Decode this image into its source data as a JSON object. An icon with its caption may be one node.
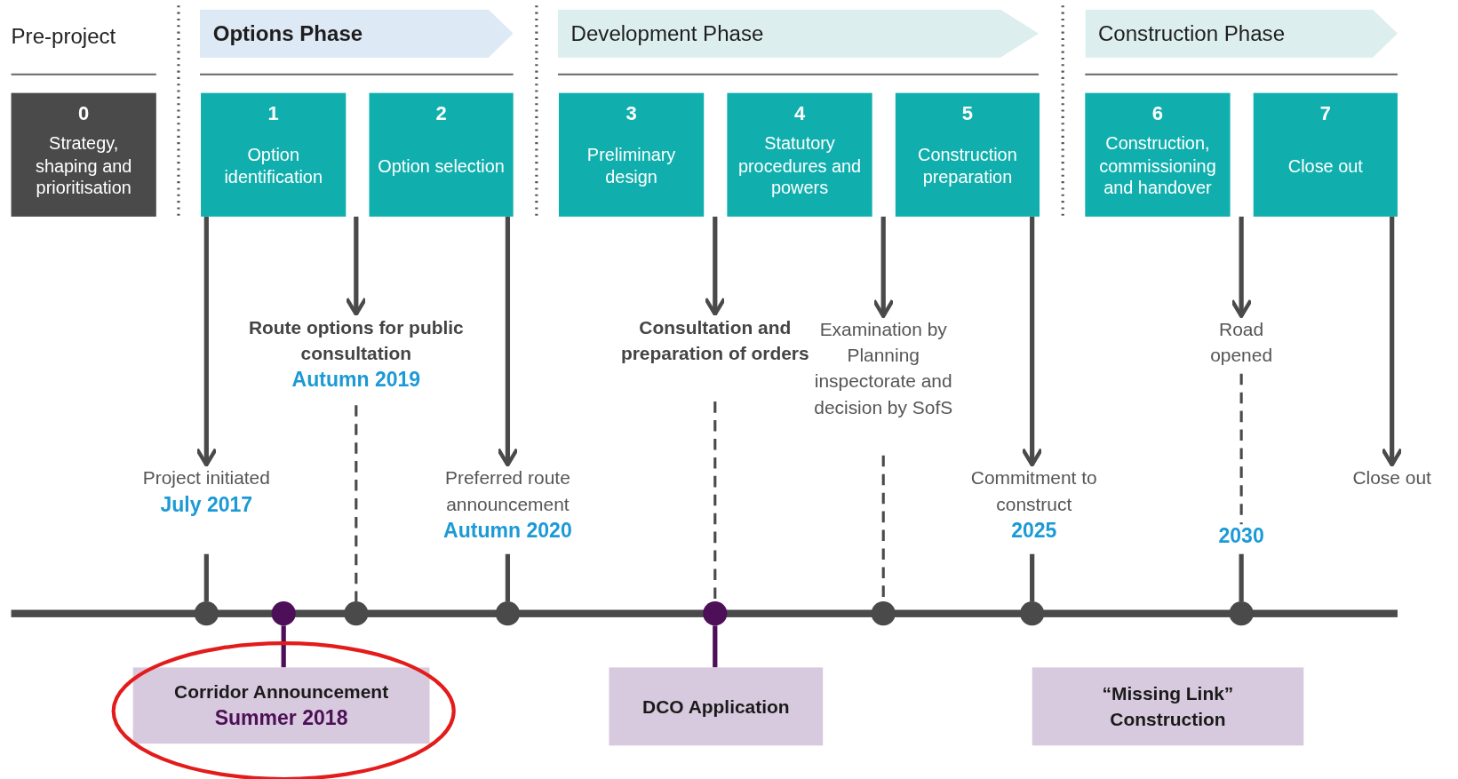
{
  "diagram": {
    "nodes": [
      {
        "text": [
          "Pre-project"
        ]
      },
      {
        "text": [
          "Options Phase"
        ]
      },
      {
        "text": [
          "Development Phase"
        ]
      },
      {
        "text": [
          "Construction Phase"
        ]
      },
      {
        "text": [
          "0",
          "Strategy, shaping and prioritisation"
        ]
      },
      {
        "text": [
          "1",
          "Option identification"
        ]
      },
      {
        "text": [
          "2",
          "Option selection"
        ]
      },
      {
        "text": [
          "3",
          "Preliminary design"
        ]
      },
      {
        "text": [
          "4",
          "Statutory procedures and powers"
        ]
      },
      {
        "text": [
          "5",
          "Construction preparation"
        ]
      },
      {
        "text": [
          "6",
          "Construction, commissioning and handover"
        ]
      },
      {
        "text": [
          "7",
          "Close out"
        ]
      },
      {
        "text": [
          "Project initiated",
          "July 2017"
        ]
      },
      {
        "text": [
          "Route options for public consultation",
          "Autumn 2019"
        ]
      },
      {
        "text": [
          "Preferred route announcement",
          "Autumn 2020"
        ]
      },
      {
        "text": [
          "Consultation and preparation of orders"
        ]
      },
      {
        "text": [
          "Examination by Planning inspectorate and decision by SofS"
        ]
      },
      {
        "text": [
          "Commitment to construct",
          "2025"
        ]
      },
      {
        "text": [
          "Road opened"
        ]
      },
      {
        "text": [
          "2030"
        ]
      },
      {
        "text": [
          "Close out"
        ]
      },
      {
        "text": [],
        "shape": "circle"
      },
      {
        "text": [],
        "shape": "circle"
      },
      {
        "text": [],
        "shape": "circle"
      },
      {
        "text": [],
        "shape": "circle"
      },
      {
        "text": [],
        "shape": "circle"
      },
      {
        "text": [],
        "shape": "circle"
      },
      {
        "text": [],
        "shape": "circle"
      },
      {
        "text": [],
        "shape": "circle"
      },
      {
        "text": [
          "Corridor Announcement",
          "Summer 2018"
        ]
      },
      {
        "text": [
          "DCO Application"
        ]
      },
      {
        "text": [
          "“Missing Link” Construction"
        ]
      }
    ],
    "edges": [
      {
        "from": 5,
        "to": 12,
        "arrow": "to"
      },
      {
        "from": 6,
        "to": 13,
        "arrow": "to"
      },
      {
        "from": 6,
        "to": 14,
        "arrow": "to"
      },
      {
        "from": 7,
        "to": 15,
        "arrow": "to"
      },
      {
        "from": 8,
        "to": 16,
        "arrow": "to"
      },
      {
        "from": 9,
        "to": 17,
        "arrow": "to"
      },
      {
        "from": 10,
        "to": 18,
        "arrow": "to"
      },
      {
        "from": 11,
        "to": 20,
        "arrow": "to"
      },
      {
        "from": 12,
        "to": 21,
        "arrow": "none"
      },
      {
        "from": 13,
        "to": 23,
        "arrow": "none",
        "style": "dashed"
      },
      {
        "from": 14,
        "to": 24,
        "arrow": "none"
      },
      {
        "from": 15,
        "to": 25,
        "arrow": "none",
        "style": "dashed"
      },
      {
        "from": 16,
        "to": 26,
        "arrow": "none",
        "style": "dashed"
      },
      {
        "from": 17,
        "to": 27,
        "arrow": "none"
      },
      {
        "from": 18,
        "to": 19,
        "arrow": "none",
        "style": "dashed"
      },
      {
        "from": 19,
        "to": 28,
        "arrow": "none"
      },
      {
        "from": 22,
        "to": 29,
        "arrow": "none",
        "color": "#4d0f57"
      },
      {
        "from": 25,
        "to": 30,
        "arrow": "none",
        "color": "#4d0f57"
      }
    ]
  }
}
